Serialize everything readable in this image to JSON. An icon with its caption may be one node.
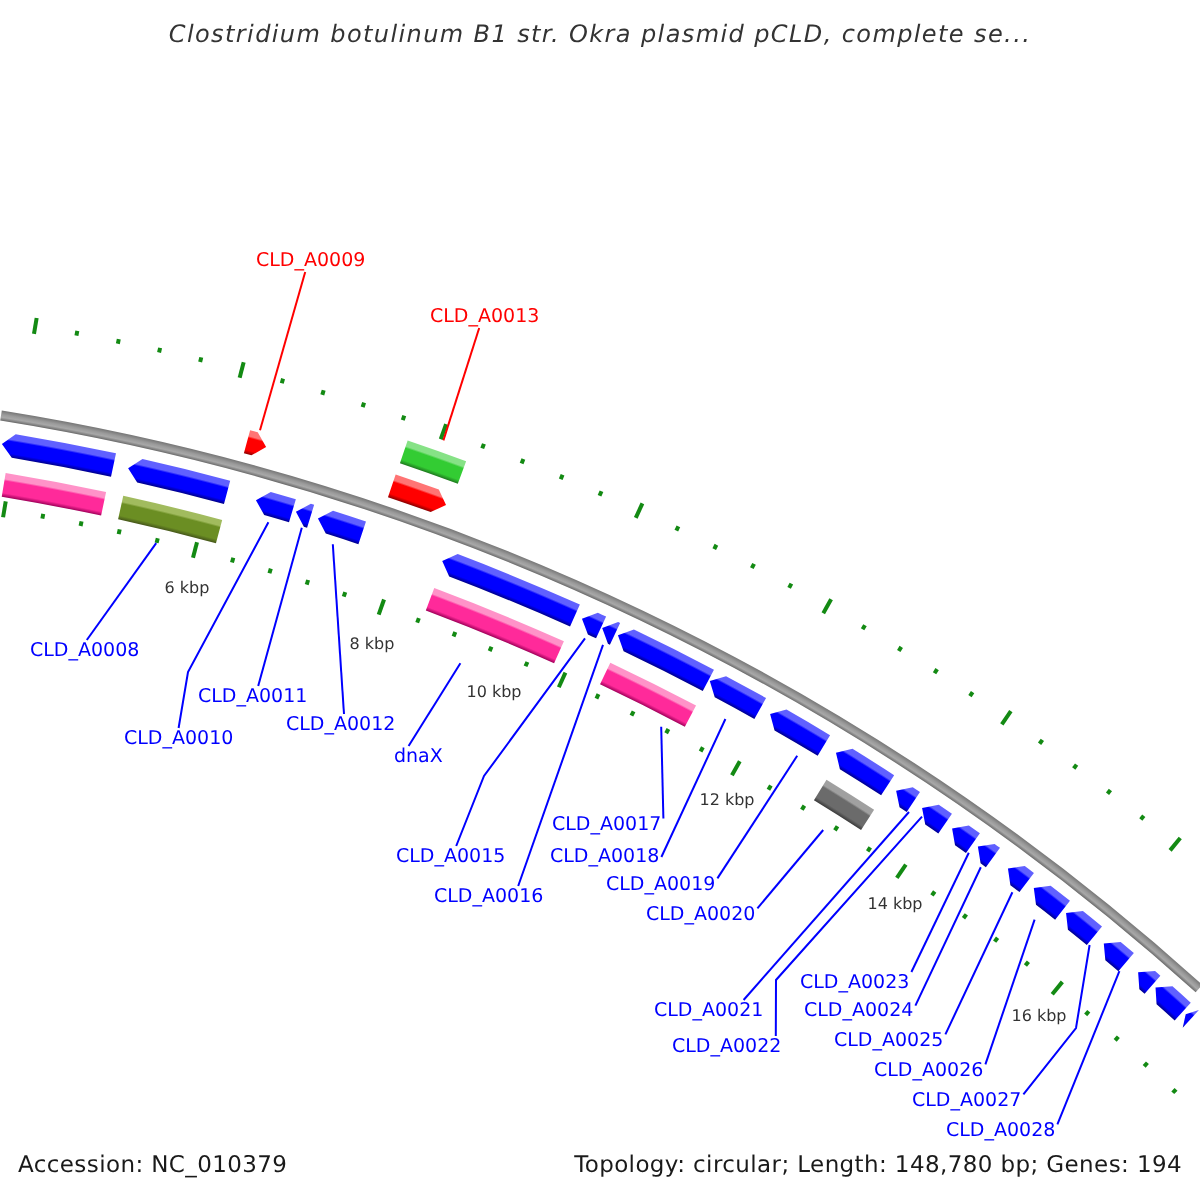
{
  "diagram": {
    "title": "Clostridium botulinum B1 str. Okra plasmid pCLD, complete se...",
    "nodes": [
      {
        "text": [
          "CLD_A0008"
        ]
      },
      {
        "text": [
          "CLD_A0009"
        ]
      },
      {
        "text": [
          "CLD_A0010"
        ]
      },
      {
        "text": [
          "CLD_A0011"
        ]
      },
      {
        "text": [
          "CLD_A0012"
        ]
      },
      {
        "text": [
          "CLD_A0013"
        ]
      },
      {
        "text": [
          "dnaX"
        ]
      },
      {
        "text": [
          "CLD_A0015"
        ]
      },
      {
        "text": [
          "CLD_A0016"
        ]
      },
      {
        "text": [
          "CLD_A0017"
        ]
      },
      {
        "text": [
          "CLD_A0018"
        ]
      },
      {
        "text": [
          "CLD_A0019"
        ]
      },
      {
        "text": [
          "CLD_A0020"
        ]
      },
      {
        "text": [
          "CLD_A0021"
        ]
      },
      {
        "text": [
          "CLD_A0022"
        ]
      },
      {
        "text": [
          "CLD_A0023"
        ]
      },
      {
        "text": [
          "CLD_A0024"
        ]
      },
      {
        "text": [
          "CLD_A0025"
        ]
      },
      {
        "text": [
          "CLD_A0026"
        ]
      },
      {
        "text": [
          "CLD_A0027"
        ]
      },
      {
        "text": [
          "CLD_A0028"
        ]
      },
      {
        "text": [],
        "shape": "arrow"
      },
      {
        "text": [],
        "shape": "arrow"
      },
      {
        "text": [],
        "shape": "arrow"
      },
      {
        "text": [],
        "shape": "arrow"
      },
      {
        "text": [],
        "shape": "arrow"
      },
      {
        "text": [],
        "shape": "arrow"
      },
      {
        "text": [],
        "shape": "arrow"
      },
      {
        "text": [],
        "shape": "arrow"
      },
      {
        "text": [],
        "shape": "arrow"
      },
      {
        "text": [],
        "shape": "arrow"
      },
      {
        "text": [],
        "shape": "arrow"
      },
      {
        "text": [],
        "shape": "arrow"
      },
      {
        "text": [],
        "shape": "arrow"
      },
      {
        "text": [],
        "shape": "arrow"
      },
      {
        "text": [],
        "shape": "arrow"
      },
      {
        "text": [],
        "shape": "arrow"
      },
      {
        "text": [],
        "shape": "arrow"
      },
      {
        "text": [],
        "shape": "arrow"
      },
      {
        "text": [],
        "shape": "arrow"
      },
      {
        "text": [],
        "shape": "arrow"
      },
      {
        "text": [],
        "shape": "arrow"
      },
      {
        "text": [],
        "shape": "arrow"
      },
      {
        "text": [],
        "shape": "arrow"
      },
      {
        "text": [],
        "shape": "arrow"
      },
      {
        "text": [],
        "shape": "arrow"
      }
    ],
    "edges": [
      {
        "from": 0,
        "to": 22,
        "arrow": "none"
      },
      {
        "from": 1,
        "to": 23,
        "arrow": "none",
        "color": "#ff0000"
      },
      {
        "from": 2,
        "to": 24,
        "arrow": "none"
      },
      {
        "from": 3,
        "to": 25,
        "arrow": "none"
      },
      {
        "from": 4,
        "to": 26,
        "arrow": "none"
      },
      {
        "from": 5,
        "to": 27,
        "arrow": "none",
        "color": "#ff0000"
      },
      {
        "from": 6,
        "to": 28,
        "arrow": "none"
      },
      {
        "from": 7,
        "to": 29,
        "arrow": "none"
      },
      {
        "from": 8,
        "to": 30,
        "arrow": "none"
      },
      {
        "from": 9,
        "to": 31,
        "arrow": "none"
      },
      {
        "from": 10,
        "to": 32,
        "arrow": "none"
      },
      {
        "from": 11,
        "to": 33,
        "arrow": "none"
      },
      {
        "from": 12,
        "to": 34,
        "arrow": "none"
      },
      {
        "from": 13,
        "to": 35,
        "arrow": "none"
      },
      {
        "from": 14,
        "to": 36,
        "arrow": "none"
      },
      {
        "from": 15,
        "to": 37,
        "arrow": "none"
      },
      {
        "from": 16,
        "to": 38,
        "arrow": "none"
      },
      {
        "from": 17,
        "to": 39,
        "arrow": "none"
      },
      {
        "from": 18,
        "to": 40,
        "arrow": "none"
      },
      {
        "from": 19,
        "to": 41,
        "arrow": "none"
      },
      {
        "from": 20,
        "to": 42,
        "arrow": "none"
      }
    ],
    "labels": [
      "6 kbp",
      "8 kbp",
      "10 kbp",
      "12 kbp",
      "14 kbp",
      "16 kbp",
      "Accession: NC_010379",
      "Topology: circular; Length: 148,780 bp; Genes: 194"
    ]
  }
}
